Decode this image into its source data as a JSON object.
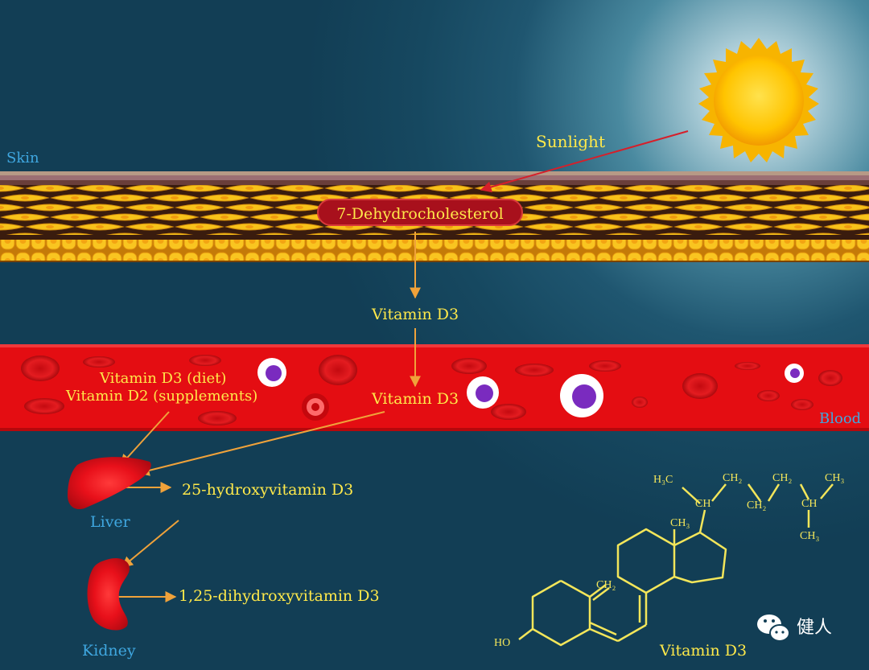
{
  "labels": {
    "skin": "Skin",
    "sunlight": "Sunlight",
    "dehydro": "7-Dehydrocholesterol",
    "vitd3_top": "Vitamin D3",
    "vitd3_diet": "Vitamin D3 (diet)",
    "vitd2_supp": "Vitamin D2 (supplements)",
    "vitd3_blood": "Vitamin D3",
    "blood": "Blood",
    "hydroxy25": "25-hydroxyvitamin D3",
    "liver": "Liver",
    "dihydroxy": "1,25-dihydroxyvitamin D3",
    "kidney": "Kidney",
    "vitd3_struct": "Vitamin D3",
    "watermark": "健人"
  },
  "chemistry": {
    "h3c": "H₃C",
    "ch_a": "CH",
    "ch2_a": "CH₂",
    "ch2_b": "CH₂",
    "ch2_c": "CH₂",
    "ch_b": "CH",
    "ch3_a": "CH₃",
    "ch3_b": "CH₃",
    "ch3_ring": "CH₃",
    "ch2_ring": "CH₂",
    "ho": "HO"
  },
  "colors": {
    "background": "#123e55",
    "text_yellow": "#ffe94a",
    "text_blue": "#3fa7e0",
    "blood": "#e40d12",
    "arrow": "#f0a23a",
    "sun_arrow": "#d61f2a"
  }
}
